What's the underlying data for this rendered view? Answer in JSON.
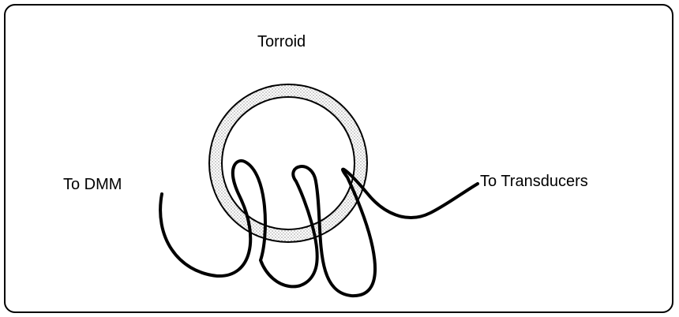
{
  "diagram": {
    "labels": {
      "torroid": "Torroid",
      "to_dmm": "To DMM",
      "to_transducers": "To Transducers"
    },
    "colors": {
      "stroke": "#000000",
      "torroid_fill": "#d9d9d9",
      "background": "#ffffff"
    }
  }
}
